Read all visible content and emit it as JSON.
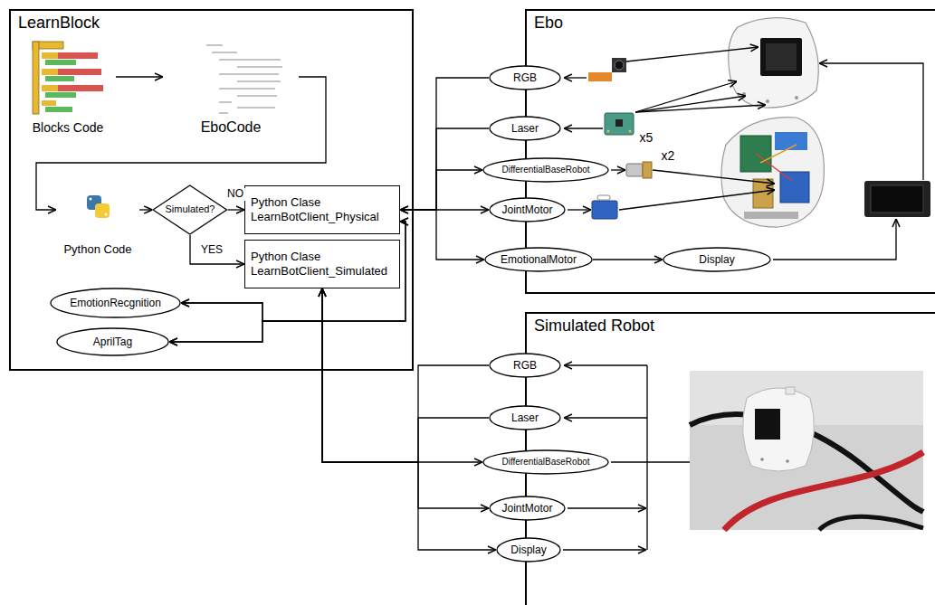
{
  "diagram": {
    "nodes": [
      {
        "text": [
          "LearnBlock"
        ]
      },
      {
        "text": [
          "Blocks Code"
        ],
        "in": 0
      },
      {
        "text": [
          "EboCode"
        ],
        "in": 0
      },
      {
        "text": [
          "Python Code"
        ],
        "in": 0
      },
      {
        "text": [
          "Simulated?"
        ],
        "in": 0
      },
      {
        "text": [
          "Python Clase LearnBotClient_Physical"
        ],
        "in": 0
      },
      {
        "text": [
          "Python Clase LearnBotClient_Simulated"
        ],
        "in": 0
      },
      {
        "text": [
          "EmotionRecgnition"
        ],
        "in": 0
      },
      {
        "text": [
          "AprilTag"
        ],
        "in": 0
      },
      {
        "text": [
          "Ebo"
        ]
      },
      {
        "text": [
          "RGB"
        ],
        "in": 9
      },
      {
        "text": [
          "Laser"
        ],
        "in": 9
      },
      {
        "text": [
          "DifferentialBaseRobot"
        ],
        "in": 9
      },
      {
        "text": [
          "JointMotor"
        ],
        "in": 9
      },
      {
        "text": [
          "EmotionalMotor"
        ],
        "in": 9
      },
      {
        "text": [
          "Display"
        ],
        "in": 9
      },
      {
        "text": [
          "Simulated Robot"
        ]
      },
      {
        "text": [
          "RGB"
        ],
        "in": 16
      },
      {
        "text": [
          "Laser"
        ],
        "in": 16
      },
      {
        "text": [
          "DifferentialBaseRobot"
        ],
        "in": 16
      },
      {
        "text": [
          "JointMotor"
        ],
        "in": 16
      },
      {
        "text": [
          "Display"
        ],
        "in": 16
      }
    ],
    "edges": [
      {
        "from": 1,
        "to": 2,
        "arrow": "to"
      },
      {
        "from": 2,
        "to": 3,
        "arrow": "to"
      },
      {
        "from": 3,
        "to": 4,
        "arrow": "to"
      },
      {
        "from": 4,
        "to": 5,
        "arrow": "to",
        "label": "NO"
      },
      {
        "from": 4,
        "to": 6,
        "arrow": "to",
        "label": "YES"
      },
      {
        "from": 7,
        "to": 6,
        "arrow": "both"
      },
      {
        "from": 7,
        "to": 5,
        "arrow": "both"
      },
      {
        "from": 8,
        "to": 6,
        "arrow": "both"
      },
      {
        "from": 8,
        "to": 5,
        "arrow": "both"
      },
      {
        "from": 10,
        "to": 5,
        "arrow": "to"
      },
      {
        "from": 11,
        "to": 5,
        "arrow": "to"
      },
      {
        "from": 5,
        "to": 12,
        "arrow": "to"
      },
      {
        "from": 5,
        "to": 13,
        "arrow": "to"
      },
      {
        "from": 5,
        "to": 14,
        "arrow": "to"
      },
      {
        "from": 14,
        "to": 15,
        "arrow": "to"
      },
      {
        "from": 17,
        "to": 6,
        "arrow": "to"
      },
      {
        "from": 18,
        "to": 6,
        "arrow": "to"
      },
      {
        "from": 6,
        "to": 19,
        "arrow": "to"
      },
      {
        "from": 6,
        "to": 20,
        "arrow": "to"
      },
      {
        "from": 6,
        "to": 21,
        "arrow": "to"
      }
    ],
    "labels": [
      "x5",
      "x2"
    ]
  }
}
